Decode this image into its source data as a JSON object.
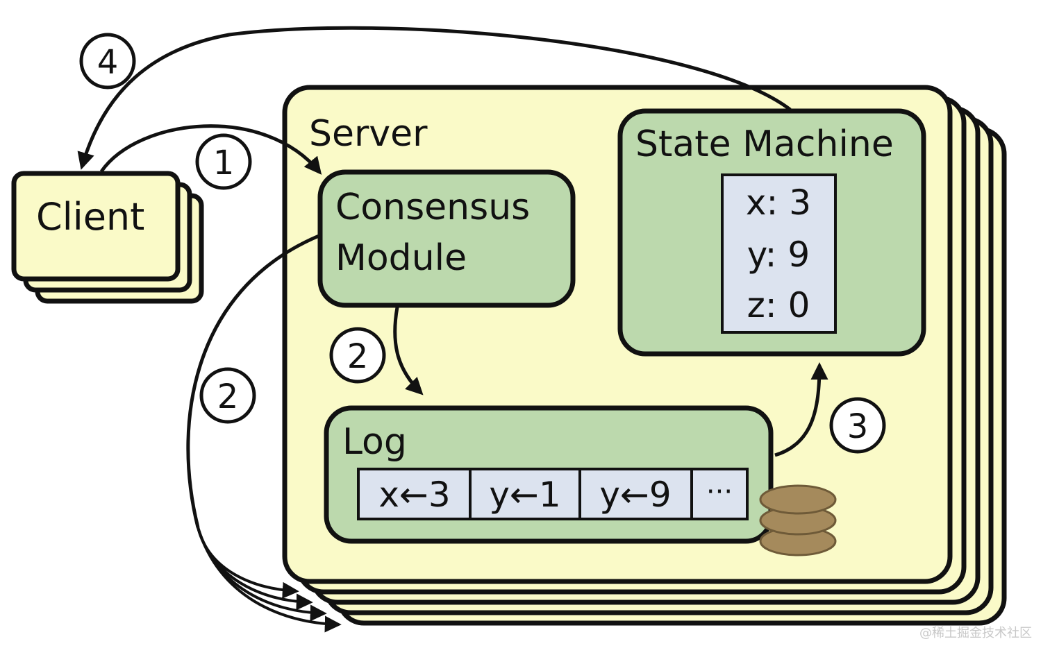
{
  "labels": {
    "client": "Client",
    "server": "Server",
    "consensus_line1": "Consensus",
    "consensus_line2": "Module",
    "state_machine": "State Machine",
    "log": "Log"
  },
  "state_values": [
    "x: 3",
    "y: 9",
    "z: 0"
  ],
  "log_entries": [
    "x←3",
    "y←1",
    "y←9",
    "···"
  ],
  "steps": {
    "step1": "1",
    "step2_inner": "2",
    "step2_outer": "2",
    "step3": "3",
    "step4": "4"
  },
  "watermark": "@稀土掘金技术社区",
  "colors": {
    "server_fill": "#fafac8",
    "client_fill": "#fafac8",
    "module_fill": "#bcd9ad",
    "cell_fill": "#dce3ef",
    "disk_fill": "#a58a5c",
    "stroke": "#111111"
  }
}
